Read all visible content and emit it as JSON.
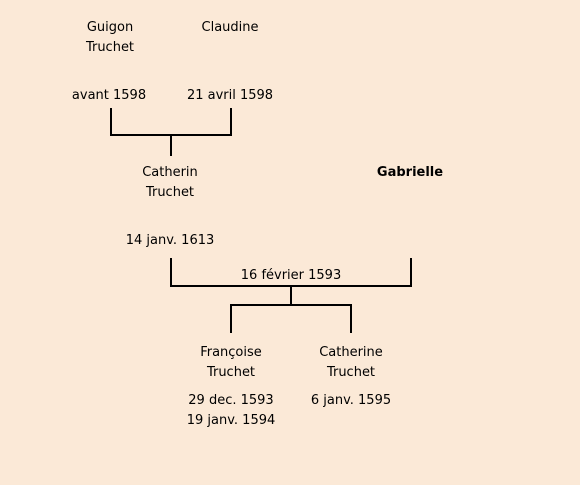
{
  "people": {
    "guigon": {
      "first": "Guigon",
      "last": "Truchet",
      "date": "avant 1598"
    },
    "claudine": {
      "first": "Claudine",
      "date": "21 avril 1598"
    },
    "catherin": {
      "first": "Catherin",
      "last": "Truchet",
      "date": "14 janv. 1613"
    },
    "gabrielle": {
      "first": "Gabrielle"
    },
    "francoise": {
      "first": "Françoise",
      "last": "Truchet",
      "birth": "29 dec. 1593",
      "death": "19 janv. 1594"
    },
    "catherine": {
      "first": "Catherine",
      "last": "Truchet",
      "date": "6 janv. 1595"
    }
  },
  "marriage": {
    "catherin_gabrielle_date": "16 février 1593"
  },
  "colors": {
    "background": "#fbe9d7",
    "line": "#000000"
  }
}
